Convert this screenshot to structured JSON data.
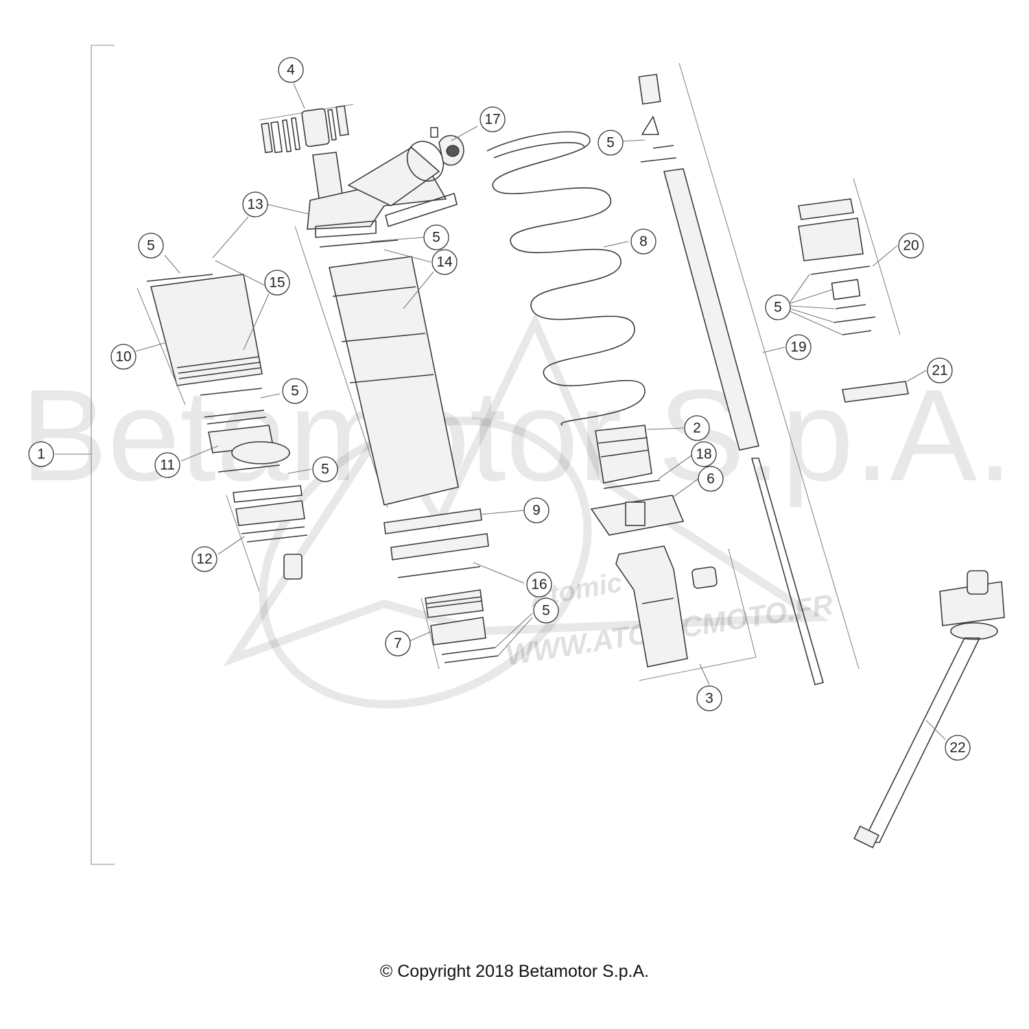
{
  "watermark": {
    "main": "Betamotor S.p.A.",
    "url": "WWW.ATOMICMOTO.FR",
    "brand": "Atomic"
  },
  "callouts": [
    "1",
    "2",
    "3",
    "4",
    "5",
    "5",
    "5",
    "5",
    "5",
    "5",
    "5",
    "6",
    "7",
    "8",
    "9",
    "10",
    "11",
    "12",
    "13",
    "14",
    "15",
    "16",
    "17",
    "18",
    "19",
    "20",
    "21",
    "22"
  ],
  "copyright": "© Copyright 2018 Betamotor S.p.A."
}
